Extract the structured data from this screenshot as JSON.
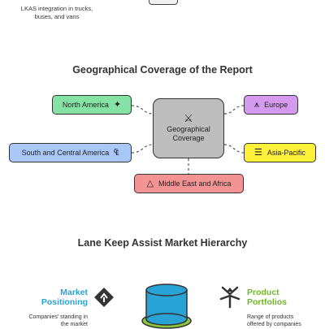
{
  "top": {
    "caption": "LKAS integration in trucks, buses, and vans"
  },
  "coverage": {
    "title": "Geographical Coverage of the Report",
    "center": {
      "label": "Geographical Coverage",
      "icon": "versus-icon"
    },
    "regions": [
      {
        "label": "North America",
        "icon": "globe-icon",
        "color": "#86e2a4"
      },
      {
        "label": "South and Central America",
        "icon": "currency-icon",
        "color": "#a9c8f7"
      },
      {
        "label": "Middle East and Africa",
        "icon": "pyramid-icon",
        "color": "#f29494"
      },
      {
        "label": "Europe",
        "icon": "eiffel-tower-icon",
        "color": "#d59af0"
      },
      {
        "label": "Asia-Pacific",
        "icon": "pagoda-icon",
        "color": "#fff13a"
      }
    ]
  },
  "hierarchy": {
    "title": "Lane Keep Assist Market Hierarchy",
    "left": {
      "label_line1": "Market",
      "label_line2": "Positioning",
      "desc_line1": "Companies' standing in",
      "desc_line2": "the market",
      "icon": "road-sign-icon",
      "color": "#29a3d6"
    },
    "right": {
      "label_line1": "Product",
      "label_line2": "Portfolios",
      "desc_line1": "Range of products",
      "desc_line2": "offered by companies",
      "icon": "branching-arrows-icon",
      "color": "#6fb52c"
    }
  }
}
